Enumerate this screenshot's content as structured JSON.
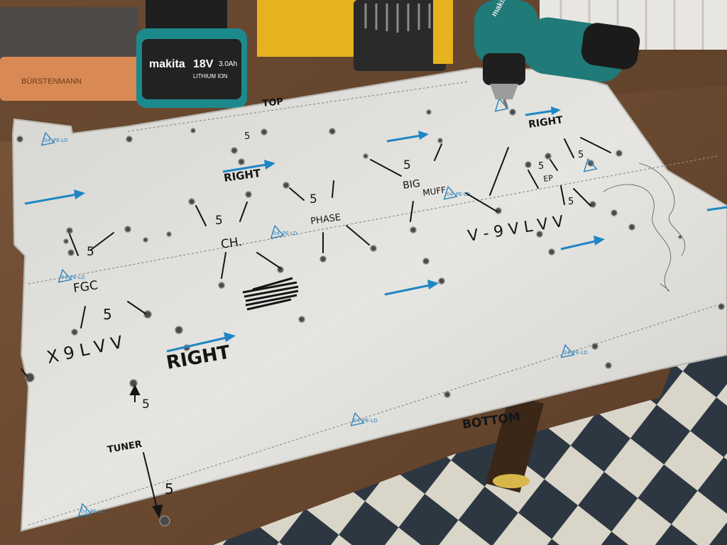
{
  "tools": {
    "battery_brand": "makita",
    "battery_voltage": "18V",
    "battery_capacity": "3.0Ah",
    "battery_type": "LITHIUM ION",
    "brush_brand": "BÜRSTENMANN"
  },
  "panel": {
    "recycle_mark": "PE-LD",
    "recycle_number": "04",
    "labels": {
      "top": "TOP",
      "bottom": "BOTTOM",
      "right_1": "RIGHT",
      "right_2": "RIGHT",
      "right_3": "RIGHT",
      "fgc": "FGC",
      "ch": "CH.",
      "phase": "PHASE",
      "big": "BIG",
      "muff": "MUFF",
      "ep": "EP",
      "tuner": "TUNER",
      "code_left": "X 9 L V V",
      "code_right": "V - 9 V L V V",
      "five": "5"
    }
  },
  "colors": {
    "arrow_blue": "#1f86c4",
    "panel": "#e2e1dd",
    "marker": "#151515",
    "tile_dark": "#2d3742",
    "tile_light": "#d9d5c8",
    "wood": "#6b4a31",
    "drill_teal": "#1f7a78"
  }
}
